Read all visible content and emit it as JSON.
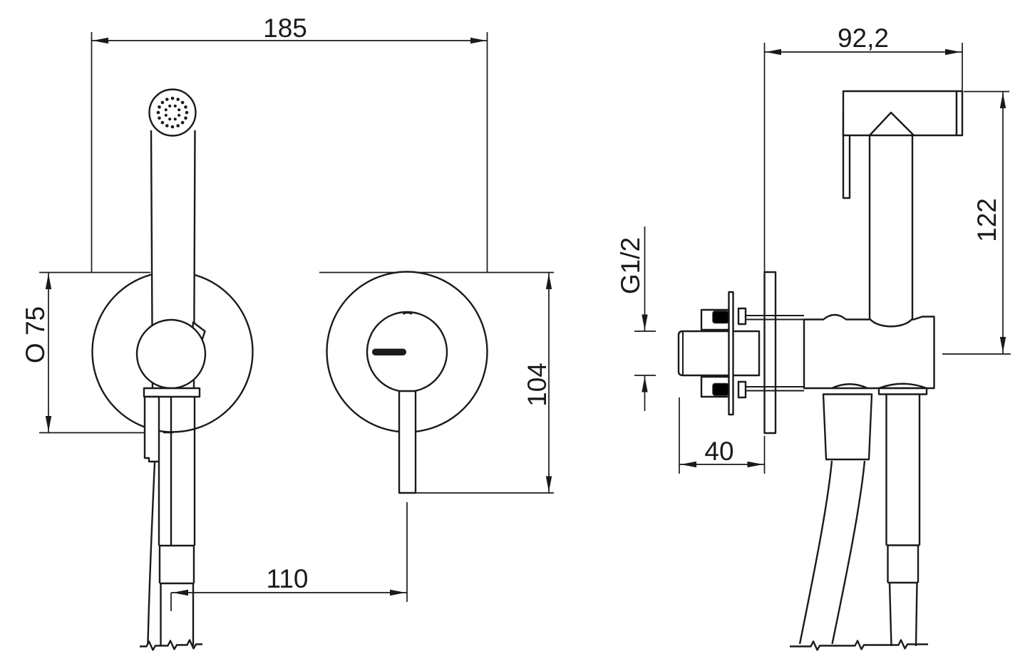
{
  "colors": {
    "line": "#1a1a1a",
    "background": "#ffffff",
    "seal": "#000000"
  },
  "front_view": {
    "dim_width": "185",
    "dim_plate_diameter": "O 75",
    "dim_height": "104",
    "dim_offset": "110"
  },
  "side_view": {
    "dim_depth": "92,2",
    "dim_height": "122",
    "dim_thread": "G1/2",
    "dim_embed": "40"
  }
}
